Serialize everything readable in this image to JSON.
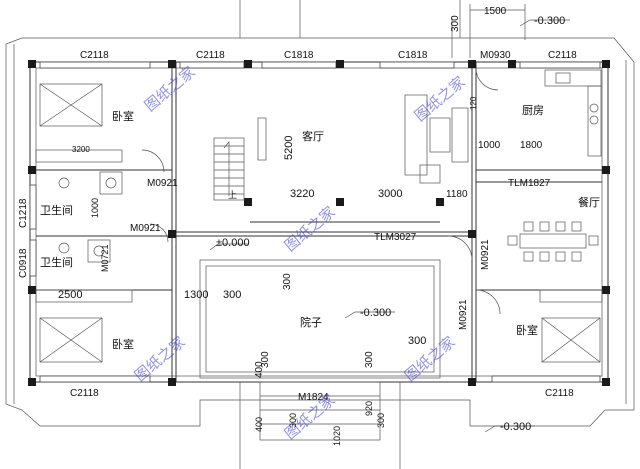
{
  "dimensions": {
    "top_1500": "1500",
    "top_300": "300",
    "c2118_tl": "C2118",
    "c2118_tm": "C2118",
    "c1818_a": "C1818",
    "c1818_b": "C1818",
    "m0930": "M0930",
    "c2118_tr": "C2118",
    "d5200": "5200",
    "d1000_a": "1000",
    "d1800": "1800",
    "d3220": "3220",
    "d3000": "3000",
    "d1180": "1180",
    "tlm1827": "TLM1827",
    "m0921_a": "M0921",
    "m0921_b": "M0921",
    "m0921_c": "M0921",
    "m0921_d": "M0921",
    "c1218": "C1218",
    "c0918": "C0918",
    "d1000_b": "1000",
    "m0721": "M0721",
    "d2500": "2500",
    "d3200": "3200",
    "d1300": "1300",
    "d300_a": "300",
    "d300_b": "300",
    "d300_c": "300",
    "d300_d": "300",
    "d300_e": "300",
    "d400": "400",
    "tlm3027": "TLM3027",
    "d120": "120",
    "c2118_bl": "C2118",
    "c2118_br": "C2118",
    "m1824": "M1824",
    "d920": "920",
    "d1020": "1020",
    "d400_b": "400",
    "d300_f": "300",
    "d300_g": "300"
  },
  "levels": {
    "top_right": "-0.300",
    "courtyard": "-0.300",
    "bottom_right": "-0.300",
    "main": "±0.000"
  },
  "rooms": {
    "bedroom_tl": "卧室",
    "living": "客厅",
    "kitchen": "厨房",
    "dining": "餐厅",
    "bath_a": "卫生间",
    "bath_b": "卫生间",
    "courtyard": "院子",
    "bedroom_bl": "卧室",
    "bedroom_br": "卧室",
    "stair_up": "上"
  },
  "watermarks": {
    "w1": "图纸之家",
    "w2": "图纸之家",
    "w3": "图纸之家",
    "w4": "图纸之家",
    "w5": "图纸之家",
    "w6": "图纸之家"
  }
}
